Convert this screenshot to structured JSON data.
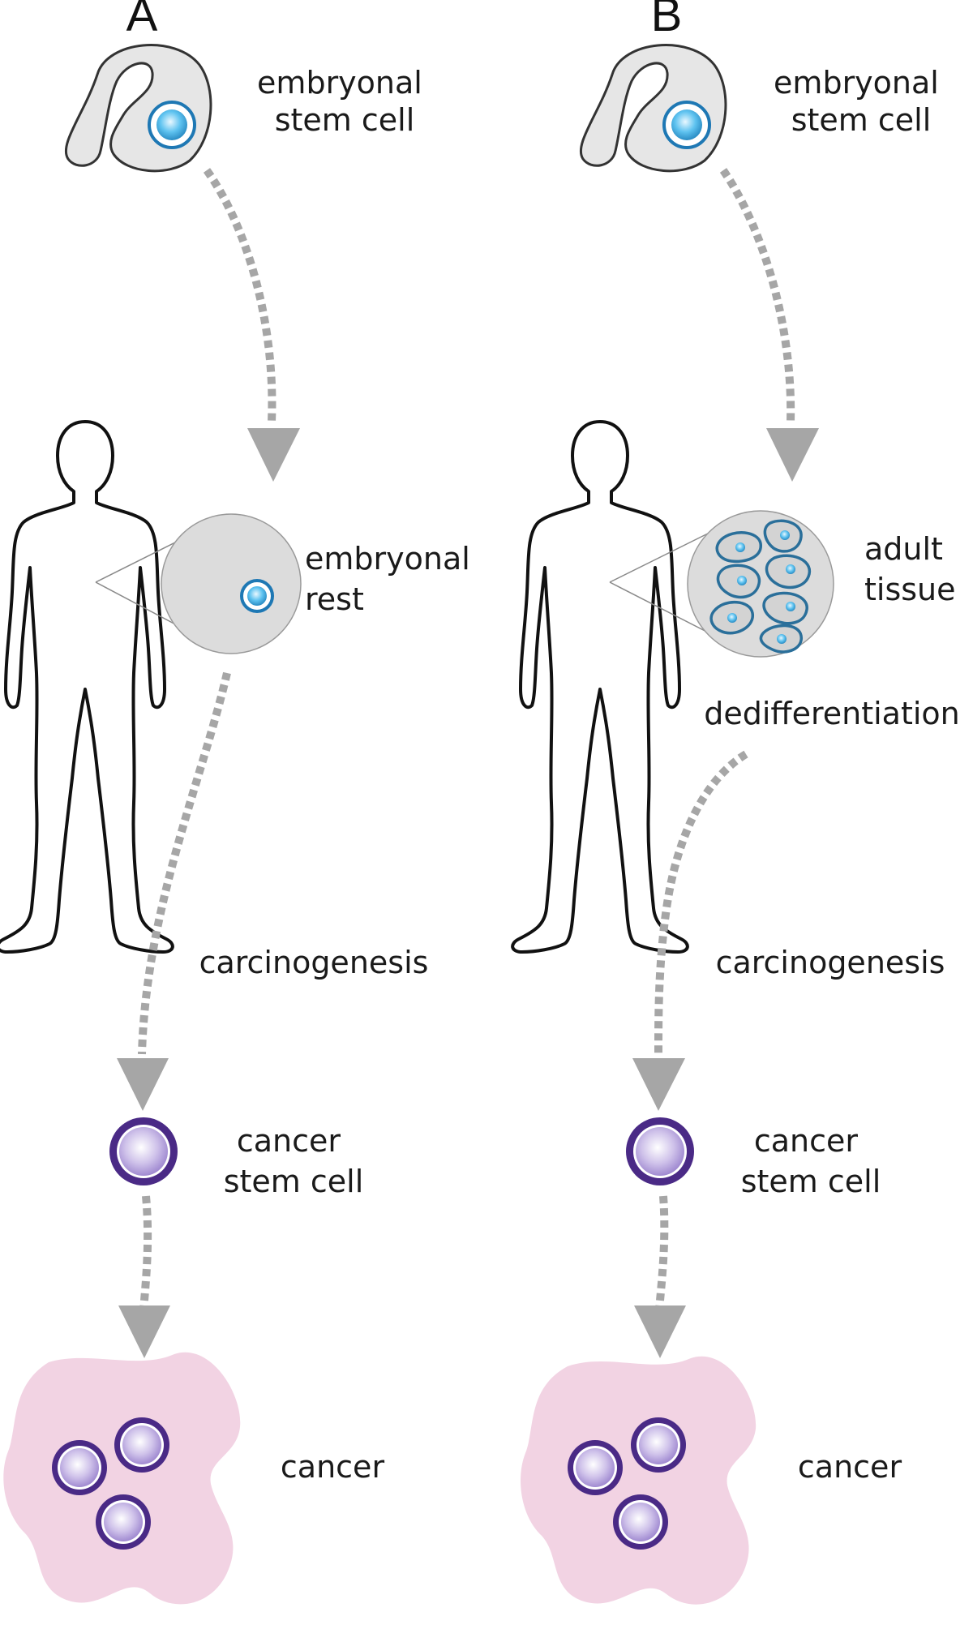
{
  "panels": [
    {
      "letter": "A",
      "top_label": [
        "embryonal",
        "stem cell"
      ],
      "middle_label": [
        "embryonal",
        "rest"
      ],
      "process_label": "carcinogenesis",
      "csc_label": [
        "cancer",
        "stem cell"
      ],
      "cancer_label": "cancer"
    },
    {
      "letter": "B",
      "top_label": [
        "embryonal",
        "stem cell"
      ],
      "middle_label": [
        "adult",
        "tissue"
      ],
      "transition_label": "dedifferentiation",
      "process_label": "carcinogenesis",
      "csc_label": [
        "cancer",
        "stem cell"
      ],
      "cancer_label": "cancer"
    }
  ],
  "colors": {
    "arrow": "#a6a6a6",
    "embryo_fill": "#e6e6e6",
    "stem_cell": "#2a8cc4",
    "cancer_stem_cell": "#4a2a86",
    "tumor": "#f2d3e3",
    "zoom_circle": "#dcdcdc"
  }
}
